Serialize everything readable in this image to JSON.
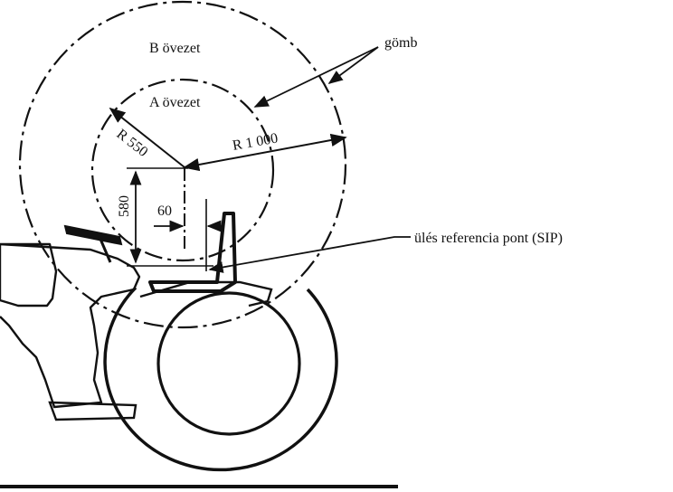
{
  "labels": {
    "zone_b": "B övezet",
    "zone_a": "A övezet",
    "sphere": "gömb",
    "radius_small": "R 550",
    "radius_large": "R 1 000",
    "dim_vertical": "580",
    "dim_horizontal": "60",
    "sip": "ülés referencia pont (SIP)"
  },
  "colors": {
    "ink": "#111111",
    "background": "#ffffff"
  }
}
